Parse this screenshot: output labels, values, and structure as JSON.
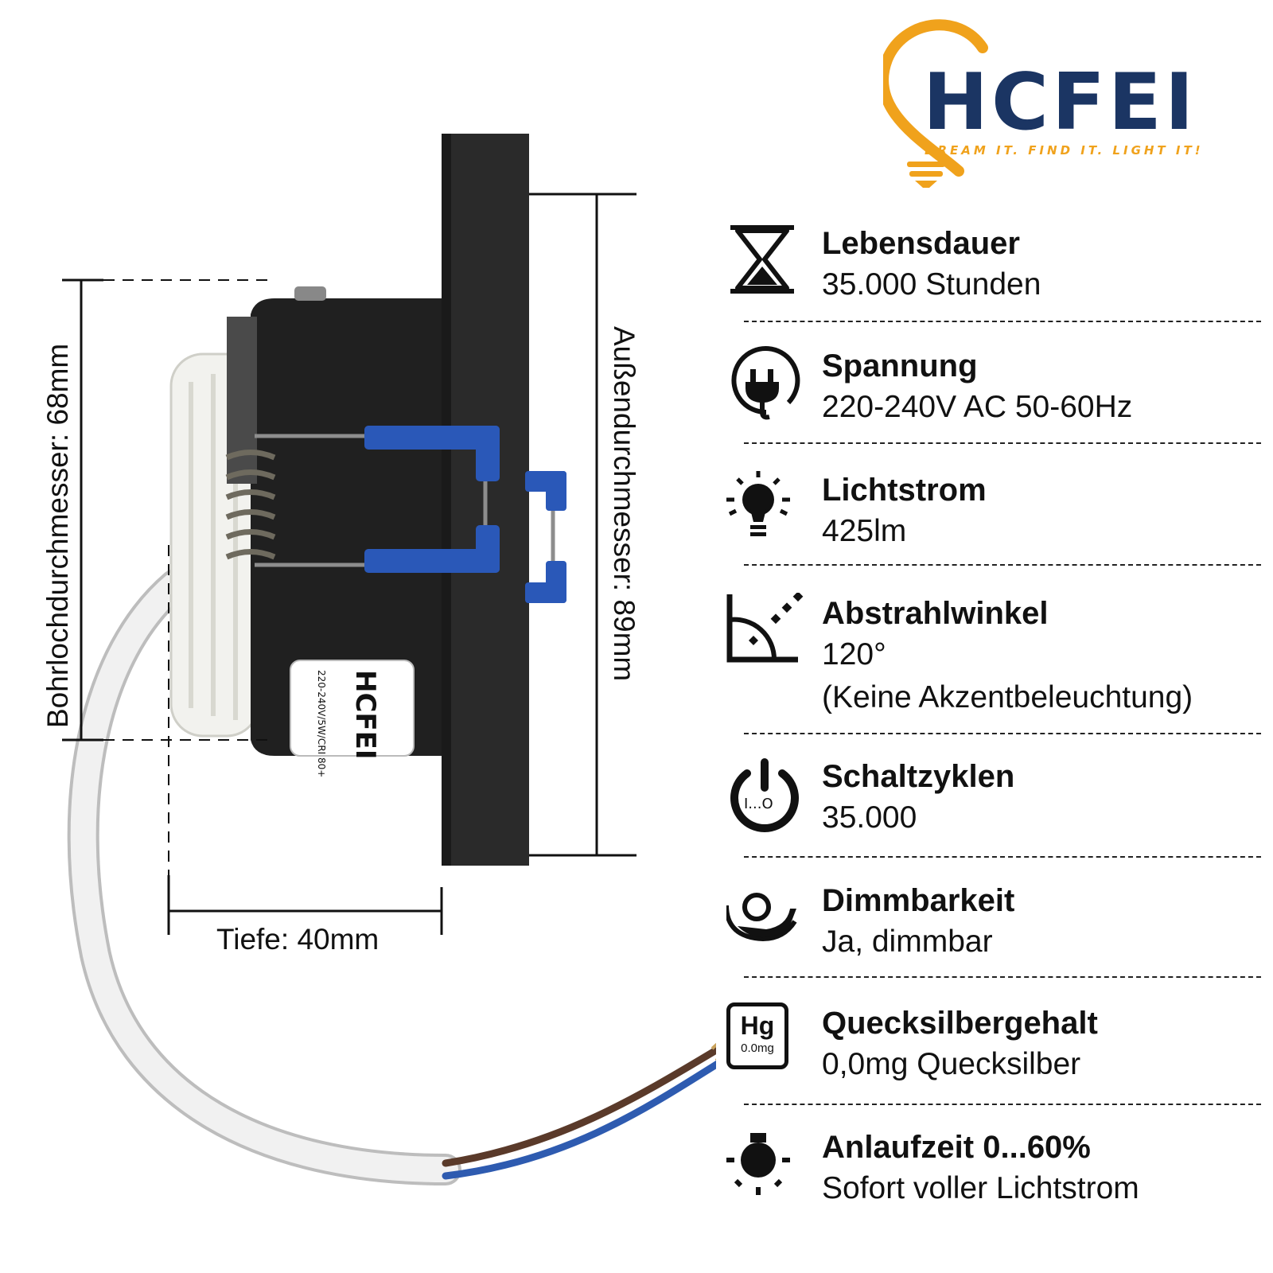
{
  "brand": {
    "name": "HCFEI",
    "slogan": "DREAM IT. FIND IT. LIGHT IT!"
  },
  "product_label": {
    "brand": "HCFEI",
    "spec": "220-240V/5W/CRI 80+"
  },
  "dimensions": {
    "drill_hole": "Bohrlochdurchmesser: 68mm",
    "outer": "Außendurchmesser: 89mm",
    "depth": "Tiefe: 40mm"
  },
  "specs": [
    {
      "icon": "hourglass-icon",
      "title": "Lebensdauer",
      "value": "35.000 Stunden"
    },
    {
      "icon": "plug-icon",
      "title": "Spannung",
      "value": "220-240V AC 50-60Hz"
    },
    {
      "icon": "lightbulb-icon",
      "title": "Lichtstrom",
      "value": "425lm"
    },
    {
      "icon": "angle-icon",
      "title": "Abstrahlwinkel",
      "value": "120°",
      "value2": "(Keine Akzentbeleuchtung)"
    },
    {
      "icon": "power-icon",
      "title": "Schaltzyklen",
      "value": "35.000"
    },
    {
      "icon": "dimmer-icon",
      "title": "Dimmbarkeit",
      "value": "Ja, dimmbar"
    },
    {
      "icon": "mercury-icon",
      "title": "Quecksilbergehalt",
      "value": "0,0mg Quecksilber",
      "icon_text": "Hg",
      "icon_subtext": "0.0mg"
    },
    {
      "icon": "bulb-start-icon",
      "title": "Anlaufzeit 0...60%",
      "value": "Sofort voller Lichtstrom"
    }
  ],
  "colors": {
    "brand_blue": "#1b3563",
    "brand_orange": "#f0a21c",
    "housing": "#1e1e1e",
    "clip_blue": "#2a58b8",
    "cable": "#eeeeee"
  }
}
